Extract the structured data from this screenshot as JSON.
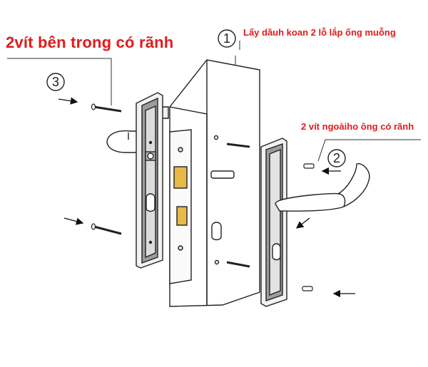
{
  "labels": {
    "inner_screws": "2vít bên trong có rãnh",
    "drill_holes": "Lấy dầuh koan 2 lỗ lắp ống muỗng",
    "outer_screws": "2 vít ngoàiho ông có rãnh"
  },
  "steps": [
    "1",
    "2",
    "3"
  ],
  "colors": {
    "annotation": "#e01b1b",
    "line": "#222222",
    "latch": "#e7b949"
  }
}
